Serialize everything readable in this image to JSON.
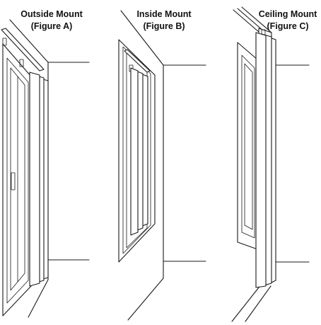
{
  "figures": [
    {
      "title": "Outside Mount",
      "subtitle": "(Figure A)"
    },
    {
      "title": "Inside Mount",
      "subtitle": "(Figure B)"
    },
    {
      "title": "Ceiling Mount",
      "subtitle": "(Figure C)"
    }
  ]
}
